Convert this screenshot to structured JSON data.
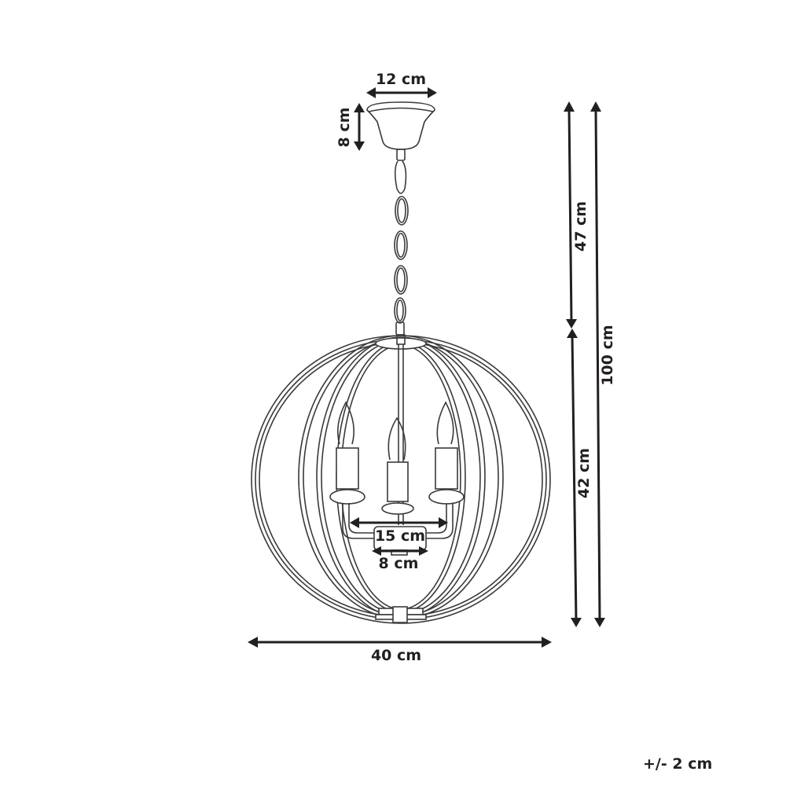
{
  "diagram": {
    "subject": "pendant-lamp-dimension-drawing",
    "colors": {
      "line": "#3a3a3a",
      "dimension": "#231f20",
      "background": "#ffffff"
    },
    "dimensions": {
      "canopy_width": "12 cm",
      "canopy_height": "8 cm",
      "chain_length": "47 cm",
      "shade_height": "42 cm",
      "total_height": "100 cm",
      "shade_width": "40 cm",
      "arm_span": "15 cm",
      "base_width": "8 cm"
    },
    "tolerance": "+/- 2 cm"
  }
}
